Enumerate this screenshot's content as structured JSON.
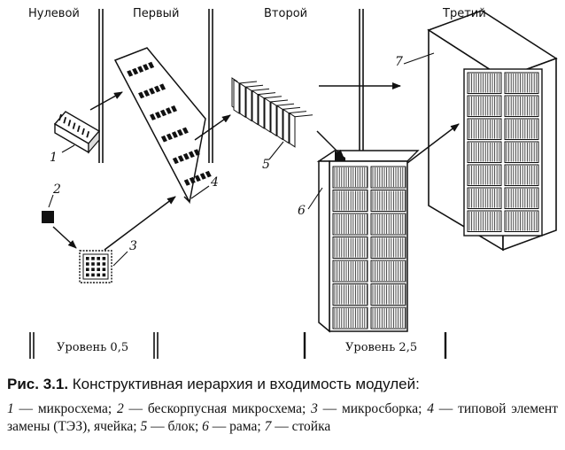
{
  "columns": {
    "zero": "Нулевой",
    "first": "Первый",
    "second": "Второй",
    "third": "Третий"
  },
  "levels": {
    "level_05": "Уровень 0,5",
    "level_25": "Уровень 2,5"
  },
  "numbers": {
    "n1": "1",
    "n2": "2",
    "n3": "3",
    "n4": "4",
    "n5": "5",
    "n6": "6",
    "n7": "7"
  },
  "caption": {
    "prefix": "Рис. 3.1.",
    "title": "Конструктивная иерархия и входимость модулей:",
    "legend": [
      {
        "num": "1",
        "text": " — микросхема; "
      },
      {
        "num": "2",
        "text": " — бескорпусная микросхема; "
      },
      {
        "num": "3",
        "text": " — микросборка; "
      },
      {
        "num": "4",
        "text": " — типовой элемент замены (ТЭЗ), ячейка; "
      },
      {
        "num": "5",
        "text": " — блок; "
      },
      {
        "num": "6",
        "text": " — рама; "
      },
      {
        "num": "7",
        "text": " — стойка"
      }
    ]
  }
}
